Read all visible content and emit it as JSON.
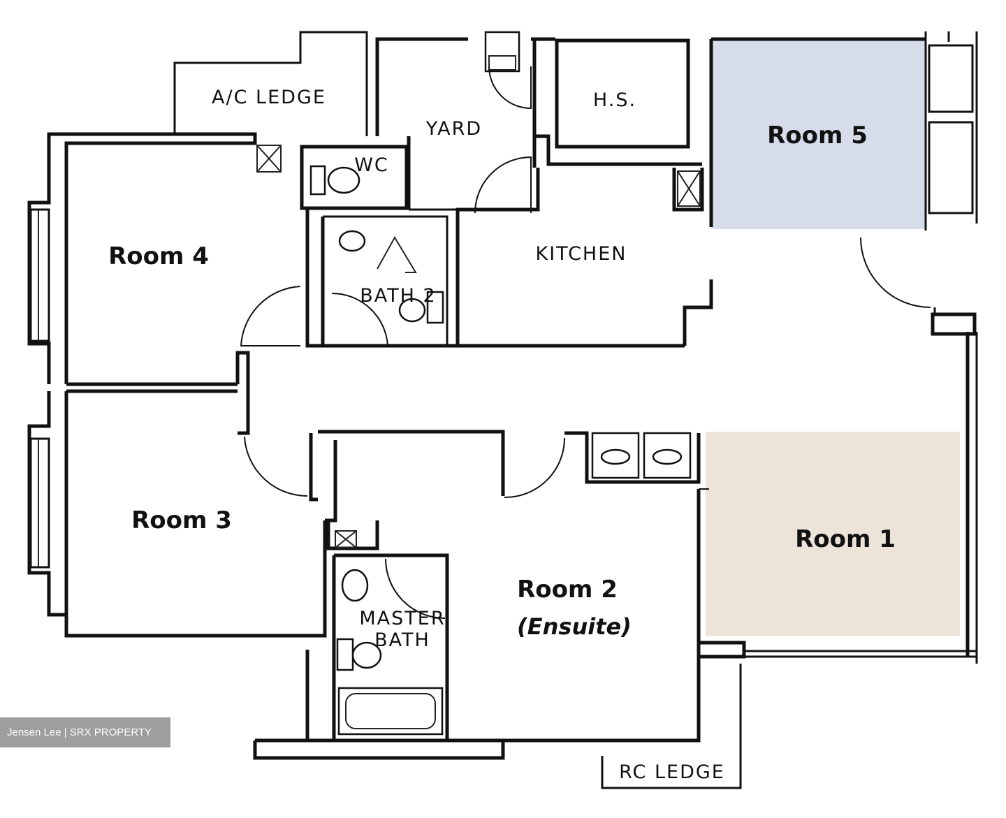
{
  "rooms": {
    "room5": "Room 5",
    "room4": "Room 4",
    "room3": "Room 3",
    "room2": "Room 2",
    "room2_sub": "(Ensuite)",
    "room1": "Room 1"
  },
  "areas": {
    "ac_ledge": "A/C LEDGE",
    "yard": "YARD",
    "hs": "H.S.",
    "wc": "WC",
    "kitchen": "KITCHEN",
    "bath2": "BATH 2",
    "master_bath_1": "MASTER",
    "master_bath_2": "BATH",
    "rc_ledge": "RC LEDGE"
  },
  "highlights": {
    "room5_color": "#d6dcea",
    "room1_color": "#ede4d9"
  },
  "watermark": "Jensen Lee | SRX PROPERTY"
}
